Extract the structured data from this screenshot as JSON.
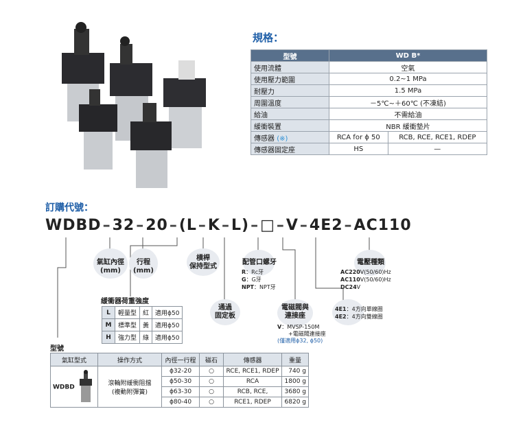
{
  "spec": {
    "title": "規格：",
    "header": {
      "label": "型號",
      "value": "WD B*"
    },
    "rows": [
      {
        "label": "使用流體",
        "value": "空氣"
      },
      {
        "label": "使用壓力範圍",
        "value": "0.2~1 MPa"
      },
      {
        "label": "耐壓力",
        "value": "1.5 MPa"
      },
      {
        "label": "周圍溫度",
        "value": "－5℃~＋60℃ (不凍結)"
      },
      {
        "label": "給油",
        "value": "不需給油"
      },
      {
        "label": "緩衝裝置",
        "value": "NBR 緩衝墊片"
      }
    ],
    "sensor": {
      "label": "傳感器",
      "note": "(※)",
      "value1": "RCA for ϕ 50",
      "value2": "RCB, RCE, RCE1, RDEP"
    },
    "bracket": {
      "label": "傳感器固定座",
      "value1": "HS",
      "value2": "—"
    }
  },
  "order": {
    "title": "訂購代號：",
    "segments": [
      "WDBD",
      "32",
      "20",
      "(",
      "L",
      "K",
      "L",
      ")",
      "□",
      "V",
      "4E2",
      "AC110"
    ],
    "bore": {
      "label": "氣缸內徑",
      "unit": "(mm)"
    },
    "stroke": {
      "label": "行程",
      "unit": "(mm)"
    },
    "lever": {
      "line1": "槓桿",
      "line2": "保持型式"
    },
    "port": {
      "label": "配管口螺牙",
      "o1": "：Rc牙",
      "o2k": "G",
      "o2": "：G牙",
      "o3k": "NPT",
      "o3": "：NPT牙"
    },
    "voltage": {
      "label": "電壓種類",
      "v1k": "AC220",
      "v1": "V(50/60)Hz",
      "v2k": "AC110",
      "v2": "V(50/60)Hz",
      "v3k": "DC24",
      "v3": "V"
    },
    "buffer": {
      "title": "緩衝器荷重強度",
      "rows": [
        {
          "key": "L",
          "name": "輕量型",
          "color": "紅",
          "fit": "適用ϕ50"
        },
        {
          "key": "M",
          "name": "標準型",
          "color": "黃",
          "fit": "適用ϕ50"
        },
        {
          "key": "H",
          "name": "強力型",
          "color": "綠",
          "fit": "適用ϕ50"
        }
      ]
    },
    "plate": {
      "line1": "通過",
      "line2": "固定板"
    },
    "valve": {
      "line1": "電磁閥與",
      "line2": "連接座",
      "o1k": "V",
      "o1": "：MVSP-150M",
      "o2": "+電磁閥連接座",
      "o3": "(僅適用ϕ32, ϕ50)"
    },
    "valvetype": {
      "o1k": "4E1",
      "o1": "：4方向單線圈",
      "o2k": "4E2",
      "o2": "：4方向雙線圈"
    },
    "model_label": "型號"
  },
  "models": {
    "headers": [
      "氣缸型式",
      "操作方式",
      "內徑一行程",
      "磁石",
      "傳感器",
      "重量"
    ],
    "type": "WDBD",
    "operation_line1": "滾輪附緩衝阻擋",
    "operation_line2": "(複動附彈簧)",
    "rows": [
      {
        "size": "ϕ32-20",
        "magnet": "○",
        "sensor": "RCE, RCE1, RDEP",
        "weight": "740 g"
      },
      {
        "size": "ϕ50-30",
        "magnet": "○",
        "sensor": "RCA",
        "weight": "1800 g"
      },
      {
        "size": "ϕ63-30",
        "magnet": "○",
        "sensor": "RCB, RCE,",
        "weight": "3680 g"
      },
      {
        "size": "ϕ80-40",
        "magnet": "○",
        "sensor": "RCE1, RDEP",
        "weight": "6820 g"
      }
    ]
  },
  "colors": {
    "accent": "#1f5fa8",
    "header": "#58708c",
    "label_bg": "#dde3ea"
  }
}
